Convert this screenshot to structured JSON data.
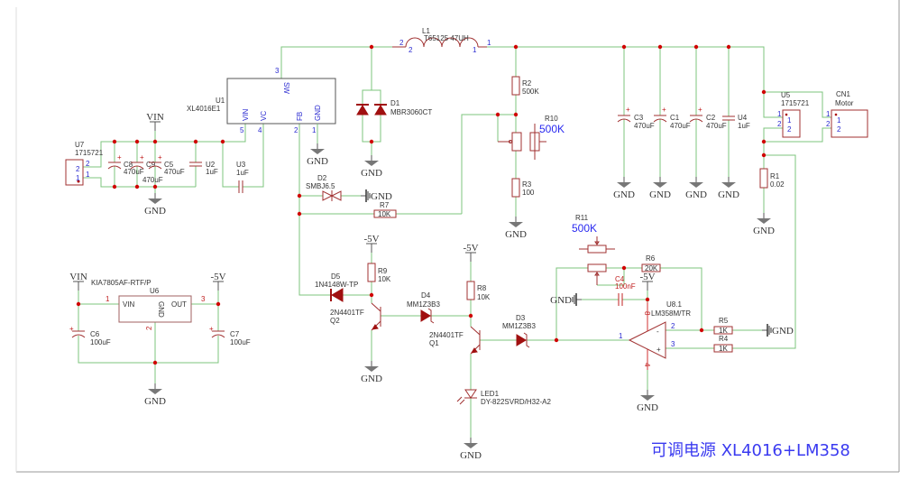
{
  "title": "可调电源 XL4016+LM358",
  "power": {
    "gnd": "GND",
    "vin": "VIN",
    "v5": "-5V"
  },
  "pins": {
    "p1": "1",
    "p2": "2",
    "p3": "3",
    "p4": "4",
    "p5": "5",
    "p8": "8",
    "minus": "-",
    "plus": "+"
  },
  "components": {
    "L1": {
      "ref": "L1",
      "value": "T65125 47UH"
    },
    "U1": {
      "ref": "U1",
      "value": "XL4016E1",
      "pin_sw": "SW",
      "pin_vin": "VIN",
      "pin_vc": "VC",
      "pin_fb": "FB",
      "pin_gnd": "GND"
    },
    "D1": {
      "ref": "D1",
      "value": "MBR3060CT"
    },
    "U7": {
      "ref": "U7",
      "value": "1715721"
    },
    "C8": {
      "ref": "C8",
      "value": "470uF"
    },
    "C9": {
      "ref": "C9",
      "value": "470uF"
    },
    "C5": {
      "ref": "C5",
      "value": "470uF"
    },
    "U2": {
      "ref": "U2",
      "value": "1uF"
    },
    "U3": {
      "ref": "U3",
      "value": "1uF"
    },
    "D2": {
      "ref": "D2",
      "value": "SMBJ6.5"
    },
    "R7": {
      "ref": "R7",
      "value": "10K"
    },
    "R2": {
      "ref": "R2",
      "value": "500K"
    },
    "R10": {
      "ref": "R10",
      "value": "500K"
    },
    "R3": {
      "ref": "R3",
      "value": "100"
    },
    "C3": {
      "ref": "C3",
      "value": "470uF"
    },
    "C1": {
      "ref": "C1",
      "value": "470uF"
    },
    "C2": {
      "ref": "C2",
      "value": "470uF"
    },
    "U4": {
      "ref": "U4",
      "value": "1uF"
    },
    "U5": {
      "ref": "U5",
      "value": "1715721"
    },
    "CN1": {
      "ref": "CN1",
      "value": "Motor"
    },
    "R1": {
      "ref": "R1",
      "value": "0.02"
    },
    "U6": {
      "ref": "U6",
      "value": "KIA7805AF-RTF/P",
      "pin_vin": "VIN",
      "pin_gnd": "GND",
      "pin_out": "OUT"
    },
    "C6": {
      "ref": "C6",
      "value": "100uF"
    },
    "C7": {
      "ref": "C7",
      "value": "100uF"
    },
    "D5": {
      "ref": "D5",
      "value": "1N4148W-TP"
    },
    "R9": {
      "ref": "R9",
      "value": "10K"
    },
    "Q2": {
      "ref": "Q2",
      "value": "2N4401TF"
    },
    "D4": {
      "ref": "D4",
      "value": "MM1Z3B3"
    },
    "R8": {
      "ref": "R8",
      "value": "10K"
    },
    "Q1": {
      "ref": "Q1",
      "value": "2N4401TF"
    },
    "LED1": {
      "ref": "LED1",
      "value": "DY-822SVRD/H32-A2"
    },
    "D3": {
      "ref": "D3",
      "value": "MM1Z3B3"
    },
    "R11": {
      "ref": "R11",
      "value": "500K"
    },
    "R6": {
      "ref": "R6",
      "value": "20K"
    },
    "C4": {
      "ref": "C4",
      "value": "100nF"
    },
    "U8": {
      "ref": "U8.1",
      "value": "LM358M/TR"
    },
    "R5": {
      "ref": "R5",
      "value": "1K"
    },
    "R4": {
      "ref": "R4",
      "value": "1K"
    }
  },
  "colors": {
    "wire": "#7cc47c",
    "component": "#a03030",
    "junction": "#d00000",
    "pin_number": "#2a2ad0",
    "title": "#3a3af0"
  }
}
